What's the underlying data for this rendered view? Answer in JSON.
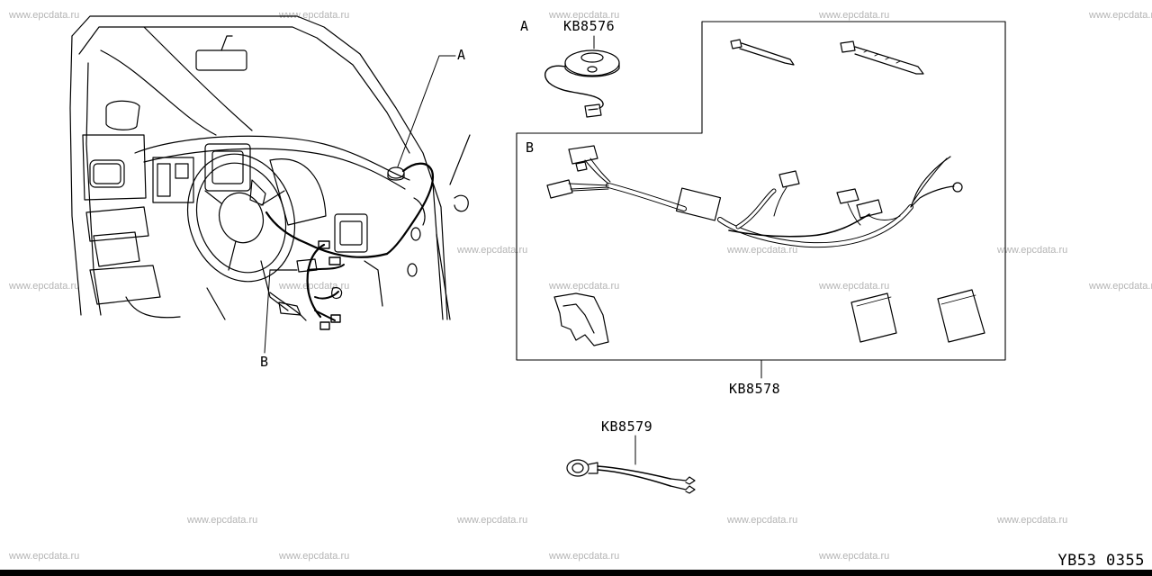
{
  "watermark": "www.epcdata.ru",
  "callouts": {
    "a": "A",
    "b": "B",
    "a_box": "A",
    "b_box": "B"
  },
  "parts": {
    "buzzer": "KB8576",
    "harness_kit": "KB8578",
    "switch": "KB8579"
  },
  "page_code": "YB53 0355"
}
